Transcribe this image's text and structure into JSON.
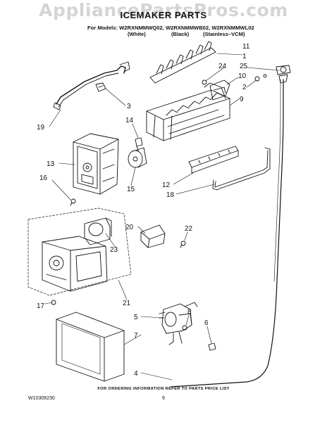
{
  "watermark": "AppliancePartsPros.com",
  "title": "ICEMAKER PARTS",
  "models_line": "For Models: W2RXNMMWQ02, W2RXNMMWB02, W2RXNMMWL02",
  "variants": [
    "(White)",
    "(Black)",
    "(Stainless–VCM)"
  ],
  "footer_note": "FOR ORDERING INFORMATION REFER TO PARTS PRICE LIST",
  "doc_number": "W10309230",
  "page_number": "9",
  "callouts": {
    "c1": "1",
    "c2": "2",
    "c3": "3",
    "c4": "4",
    "c5": "5",
    "c6": "6",
    "c7": "7",
    "c8": "8",
    "c9": "9",
    "c10": "10",
    "c11": "11",
    "c12": "12",
    "c13": "13",
    "c14": "14",
    "c15": "15",
    "c16": "16",
    "c17": "17",
    "c18": "18",
    "c19": "19",
    "c20": "20",
    "c21": "21",
    "c22": "22",
    "c23": "23",
    "c24": "24",
    "c25": "25"
  }
}
